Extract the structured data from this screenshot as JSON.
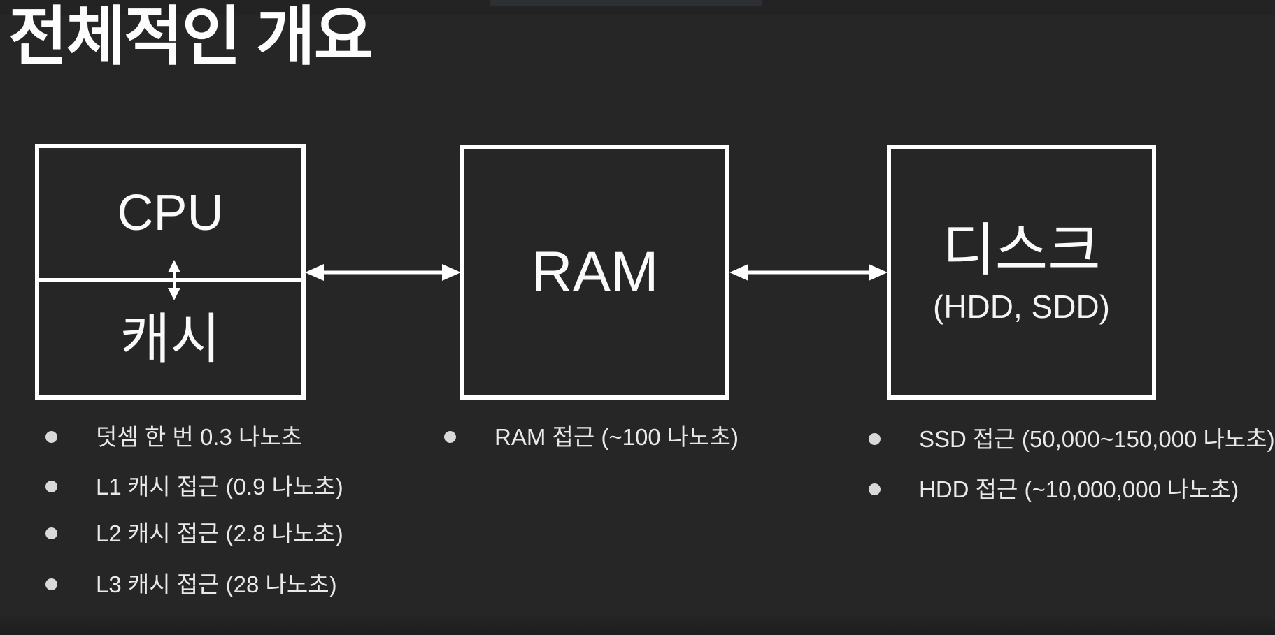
{
  "title": "전체적인 개요",
  "diagram": {
    "cpu_box": {
      "cpu_label": "CPU",
      "cache_label": "캐시"
    },
    "ram_box": {
      "label": "RAM"
    },
    "disk_box": {
      "label": "디스크",
      "sublabel": "(HDD, SDD)"
    }
  },
  "notes": {
    "cpu": [
      "덧셈 한 번 0.3 나노초",
      "L1 캐시 접근 (0.9 나노초)",
      "L2 캐시 접근 (2.8 나노초)",
      "L3 캐시 접근 (28 나노초)"
    ],
    "ram": [
      "RAM 접근 (~100 나노초)"
    ],
    "disk": [
      "SSD 접근 (50,000~150,000 나노초)",
      "HDD 접근 (~10,000,000 나노초)"
    ]
  },
  "colors": {
    "background": "#262626",
    "line_white": "#ffffff",
    "title_text": "#fdfdfd",
    "note_text": "#e9e9e9",
    "bullet_dot": "#d9d9d9",
    "top_strip": "#2c2f33"
  }
}
